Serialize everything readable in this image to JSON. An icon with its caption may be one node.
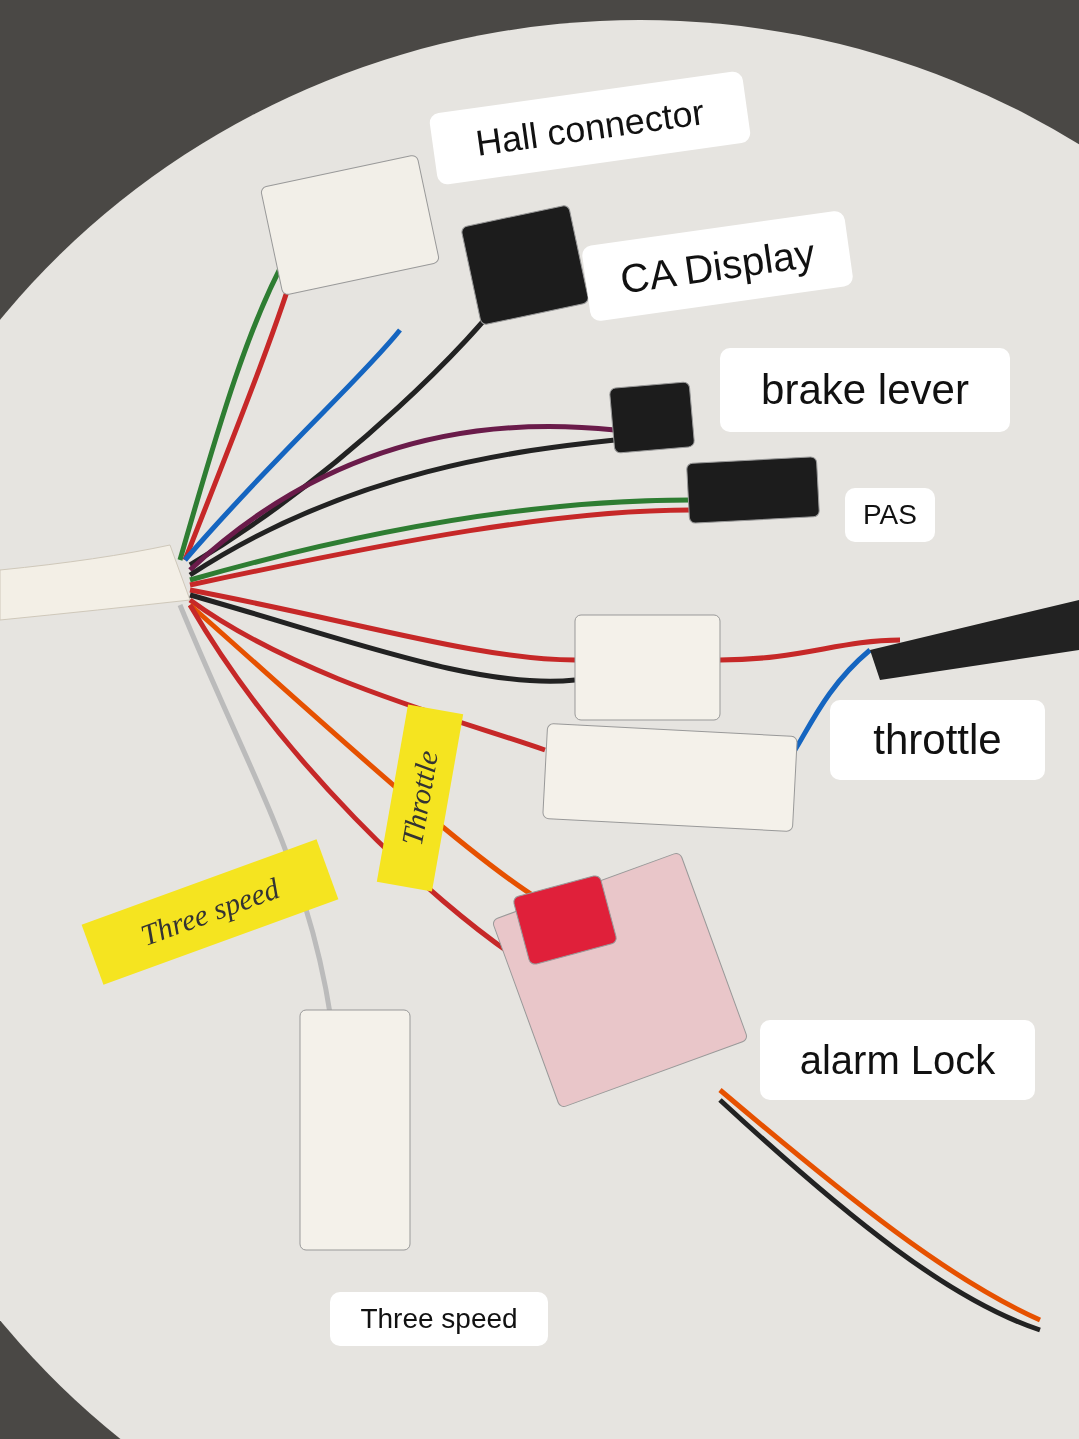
{
  "diagram": {
    "labels": [
      "Hall connector",
      "CA Display",
      "brake lever",
      "PAS",
      "throttle",
      "Throttle",
      "Three speed",
      "alarm Lock",
      "Three speed"
    ]
  }
}
